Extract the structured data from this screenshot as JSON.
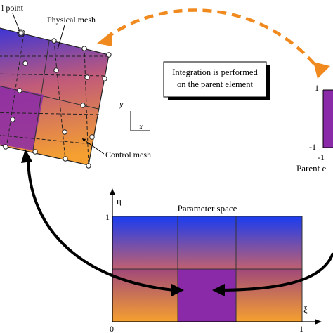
{
  "labels": {
    "corner_point": "l point",
    "physical_mesh": "Physical mesh",
    "control_mesh": "Control mesh",
    "y_axis": "y",
    "x_axis": "x",
    "integration_line1": "Integration is performed",
    "integration_line2": "on the parent element",
    "parent_tick_top": "1",
    "parent_tick_bottom": "-1",
    "parent_tick_left": "-1",
    "parent_caption": "Parent e",
    "parameter_title": "Parameter space",
    "eta": "η",
    "xi": "ξ",
    "eta_one": "1",
    "xi_zero": "0",
    "xi_one": "1"
  },
  "colors": {
    "gradient_top": "#1a3cf0",
    "gradient_mid": "#b0508a",
    "gradient_bottom": "#f5a030",
    "highlight_element": "#8a2aa8",
    "dashed_arrow": "#f08a1e",
    "solid_arrow": "#000000"
  }
}
